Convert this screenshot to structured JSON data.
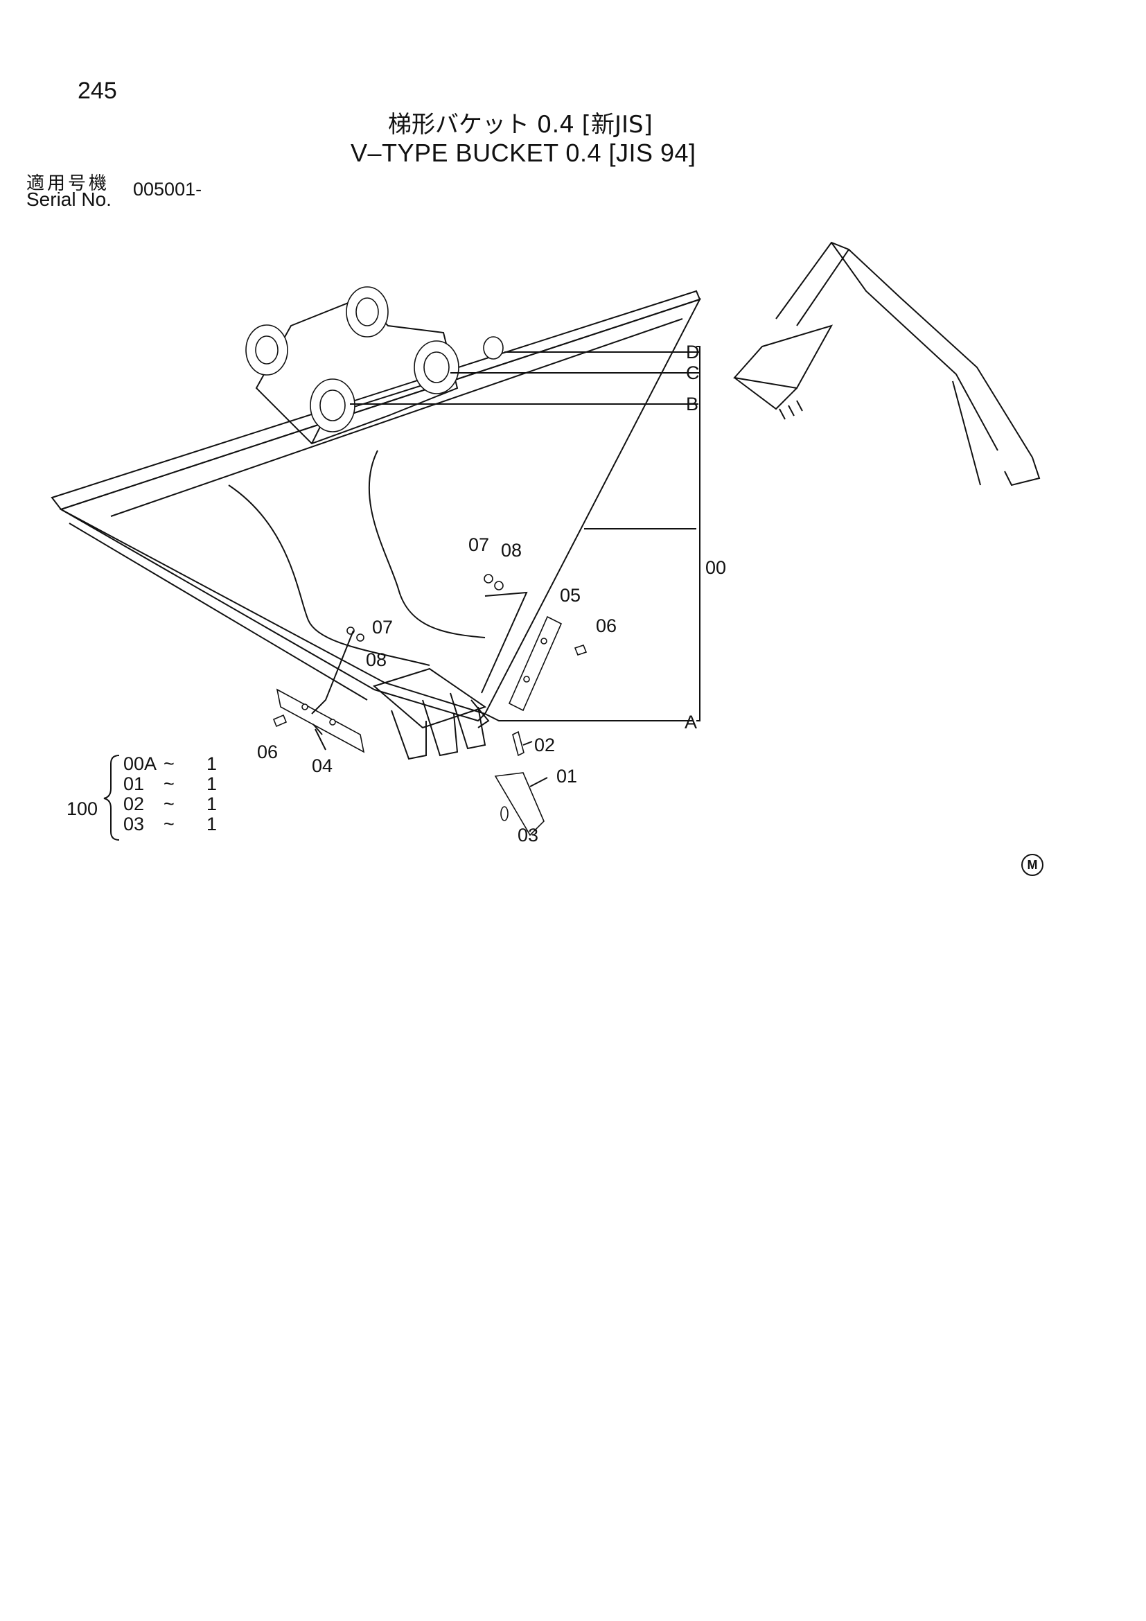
{
  "header": {
    "page_number": "245",
    "title_jp": "梯形バケット 0.4 [新JIS]",
    "title_en": "V–TYPE BUCKET 0.4 [JIS 94]",
    "serial_label_jp": "適用号機",
    "serial_label_en": "Serial No.",
    "serial_value": "005001-"
  },
  "callouts": {
    "part_00": "00",
    "part_01": "01",
    "part_02": "02",
    "part_03": "03",
    "part_04": "04",
    "part_05": "05",
    "part_06_left": "06",
    "part_06_right": "06",
    "part_07_left": "07",
    "part_07_right": "07",
    "part_08_left": "08",
    "part_08_right": "08",
    "point_a": "A",
    "point_b": "B",
    "point_c": "C",
    "point_d": "D"
  },
  "kit": {
    "number": "100",
    "rows": [
      {
        "code": "00A",
        "tilde": "~",
        "qty": "1"
      },
      {
        "code": "01",
        "tilde": "~",
        "qty": "1"
      },
      {
        "code": "02",
        "tilde": "~",
        "qty": "1"
      },
      {
        "code": "03",
        "tilde": "~",
        "qty": "1"
      }
    ]
  },
  "mark": "M"
}
